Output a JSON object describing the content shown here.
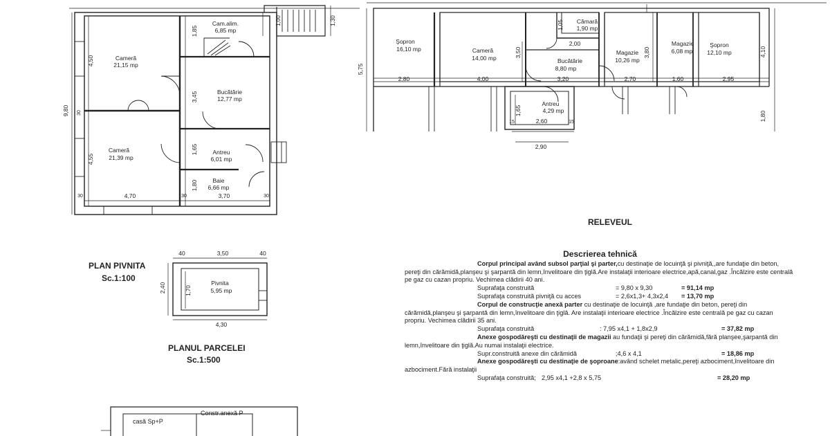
{
  "plan_main": {
    "rooms": [
      {
        "name": "Cameră",
        "area": "21,15 mp"
      },
      {
        "name": "Cameră",
        "area": "21,39 mp"
      },
      {
        "name": "Cam.alim.",
        "area": "6,85 mp"
      },
      {
        "name": "Bucătărie",
        "area": "12,77 mp"
      },
      {
        "name": "Antreu",
        "area": "6,01 mp"
      },
      {
        "name": "Baie",
        "area": "6,66 mp"
      }
    ],
    "dims": {
      "total_height": "9,80",
      "left_top": "4,50",
      "left_bottom": "4,55",
      "bottom_left": "4,70",
      "bottom_right": "3,70",
      "mid_1": "1,85",
      "mid_2": "3,45",
      "mid_3": "1,65",
      "mid_4": "1,80",
      "stair_1": "1,00",
      "stair_2": "1,30",
      "wall_30": "30"
    }
  },
  "releveu": {
    "title": "RELEVEUL",
    "rooms": [
      {
        "name": "Şopron",
        "area": "16,10 mp"
      },
      {
        "name": "Cameră",
        "area": "14,00 mp"
      },
      {
        "name": "Cămară",
        "area": "1,90 mp"
      },
      {
        "name": "Bucătărie",
        "area": "8,80 mp"
      },
      {
        "name": "Antreu",
        "area": "4,29 mp"
      },
      {
        "name": "Magazie",
        "area": "10,26 mp"
      },
      {
        "name": "Magazie",
        "area": "6,08 mp"
      },
      {
        "name": "Şopron",
        "area": "12,10 mp"
      }
    ],
    "dims": {
      "left_total": "5,75",
      "right_total": "4,10",
      "right_bottom": "1,80",
      "d_280": "2,80",
      "d_400": "4,00",
      "d_320": "3,20",
      "d_270": "2,70",
      "d_160": "1,60",
      "d_295": "2,95",
      "d_350": "3,50",
      "d_380": "3,80",
      "d_200": "2,00",
      "d_105": "1,05",
      "d_165": "1,65",
      "d_260": "2,60",
      "d_290": "2,90",
      "d_15": "15"
    }
  },
  "pivnita": {
    "title": "PLAN PIVNITA",
    "scale": "Sc.1:100",
    "room": {
      "name": "Pivnita",
      "area": "5,95 mp"
    },
    "dims": {
      "top_left": "40",
      "top_mid": "3,50",
      "top_right": "40",
      "left": "2,40",
      "inner": "1,70",
      "bottom": "4,30"
    }
  },
  "parcela": {
    "title": "PLANUL PARCELEI",
    "scale": "Sc.1:500",
    "labels": [
      "casă Sp+P",
      "Constr.anexă P"
    ]
  },
  "description": {
    "heading": "Descrierea tehnică",
    "p1_bold": "Corpul principal având subsol parţial şi parter,",
    "p1_rest": "cu destinaţie de locuinţă şi pivniţă,,are fundaţie din beton,  pereţi din cărămidă,planşeu şi şarpantă din lemn,învelitoare din ţiglă.Are instalaţii interioare electrice,apă,canal,gaz .Încălzire este centrală pe gaz cu cazan propriu. Vechimea clădirii 40 ani.",
    "r1_label": "Suprafaţa construită",
    "r1_formula": "= 9,80 x 9,30",
    "r1_value": "= 91,14 mp",
    "r2_label": "Suprafaţa construită pivniţă cu acces",
    "r2_formula": "= 2,6x1,3+ 4,3x2,4",
    "r2_value": "= 13,70 mp",
    "p2_bold": "Corpul de construcţie anexă parter",
    "p2_rest": " cu destinaţie de locuinţă ,are fundaţie din beton, pereţi din cărămidă,planşeu şi şarpantă din lemn,învelitoare din ţiglă. Are instalaţii interioare electrice .Încălzire este centrală pe gaz cu cazan propriu. Vechimea clădirii 35 ani.",
    "r3_label": "Suprafaţa construită",
    "r3_formula": ": 7,95 x4,1 + 1,8x2,9",
    "r3_value": "= 37,82 mp",
    "p3_bold": "Anexe gospodăreşti cu destinaţii de magazii",
    "p3_rest": " au fundaţii şi pereţi din cărămidă,fără planşee,şarpantă din lemn,învelitoare din ţiglă.Au numai instalaţii electrice.",
    "r4_label": "Supr.construită anexe din cărămidă",
    "r4_formula": ";4,6 x 4,1",
    "r4_value": "= 18,86 mp",
    "p4_bold": "Anexe gospodăreşti cu destinaţie de şoproane",
    "p4_rest": ":având  schelet metalic,pereţi azbociment,învelitoare din azbociment.Fără instalaţii",
    "r5_label": "Suprafaţa construită;",
    "r5_formula": "2,95 x4,1 +2,8 x 5,75",
    "r5_value": "= 28,20 mp"
  }
}
